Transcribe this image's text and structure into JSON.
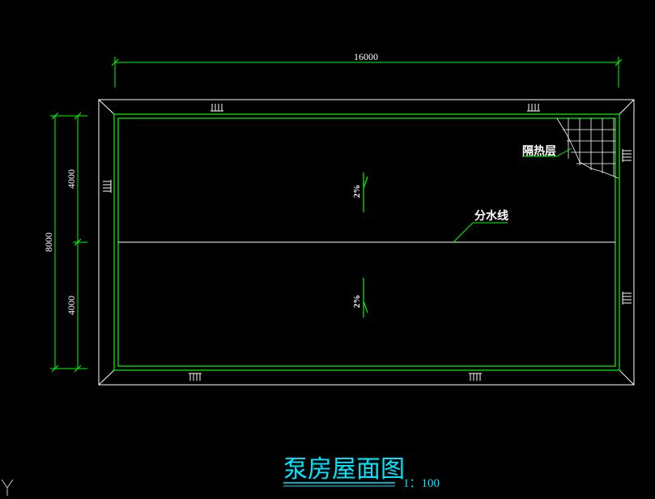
{
  "drawing": {
    "title": "泵房屋面图",
    "scale": "1：100",
    "colors": {
      "background": "#000000",
      "outline": "#ffffff",
      "parapet": "#00ff00",
      "dimension": "#00ff00",
      "title": "#00e5ff"
    }
  },
  "dimensions": {
    "top_total": "16000",
    "left_total": "8000",
    "left_upper": "4000",
    "left_lower": "4000"
  },
  "annotations": {
    "insulation": "隔热层",
    "ridge_line": "分水线",
    "slope_upper": "2%",
    "slope_lower": "2%"
  },
  "ucs": {
    "axis_label": "Y"
  }
}
